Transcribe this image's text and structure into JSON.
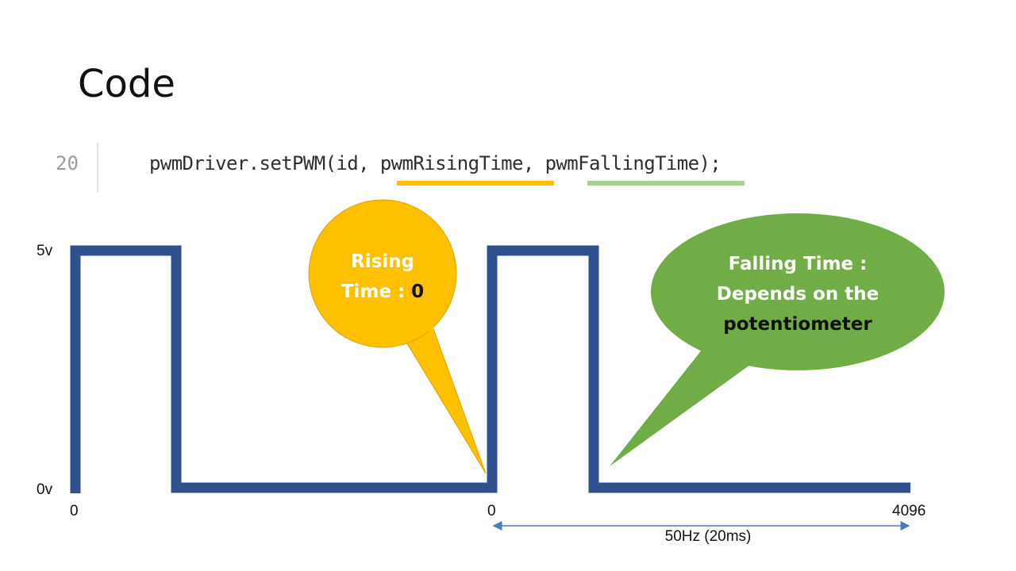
{
  "slide": {
    "title": "Code"
  },
  "code": {
    "line_number": "20",
    "text": "pwmDriver.setPWM(id, pwmRisingTime, pwmFallingTime);",
    "highlight_rising": "pwmRisingTime",
    "highlight_falling": "pwmFallingTime"
  },
  "diagram": {
    "y_high_label": "5v",
    "y_low_label": "0v",
    "x_start_label": "0",
    "x_period_start_label": "0",
    "x_period_end_label": "4096",
    "period_label": "50Hz (20ms)",
    "rising_callout": {
      "line1": "Rising",
      "line2_prefix": "Time : ",
      "line2_value": "0"
    },
    "falling_callout": {
      "line1": "Falling Time :",
      "line2": "Depends on the",
      "line3": "potentiometer"
    }
  },
  "colors": {
    "waveform": "#2f528f",
    "rising_callout": "#ffc000",
    "falling_callout": "#70ad47",
    "rising_underline": "#ffc000",
    "falling_underline": "#a9d18e",
    "period_arrow": "#4a7ebb"
  }
}
